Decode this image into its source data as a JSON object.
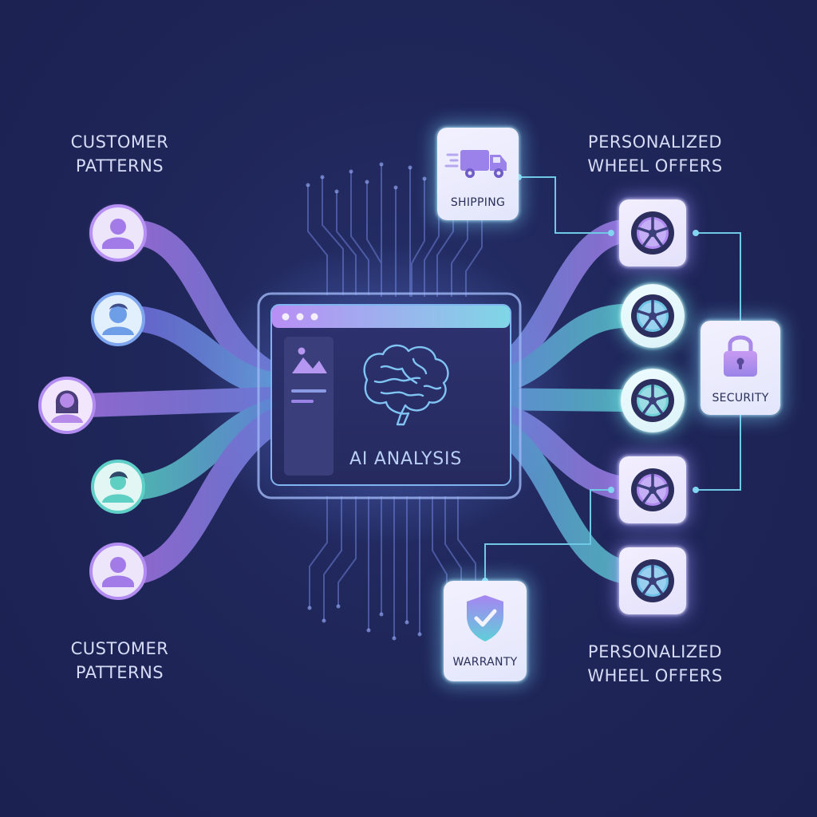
{
  "labels": {
    "customer_patterns_top": [
      "CUSTOMER",
      "PATTERNS"
    ],
    "customer_patterns_bottom": [
      "CUSTOMER",
      "PATTERNS"
    ],
    "wheel_offers_top": [
      "PERSONALIZED",
      "WHEEL OFFERS"
    ],
    "wheel_offers_bottom": [
      "PERSONALIZED",
      "WHEEL OFFERS"
    ]
  },
  "center": {
    "title": "AI ANALYSIS"
  },
  "features": {
    "shipping": "SHIPPING",
    "security": "SECURITY",
    "warranty": "WARRANTY"
  },
  "icons": {
    "center": "brain-icon",
    "shipping": "delivery-truck-icon",
    "security": "padlock-icon",
    "warranty": "shield-check-icon",
    "wheels": "wheel-icon",
    "customers": "person-avatar-icon"
  },
  "colors": {
    "background": "#1f2659",
    "purple": "#a57bf0",
    "blue": "#6f94f0",
    "teal": "#5fd2d6",
    "panel": "#2a2e62",
    "card": "#eef0fd"
  }
}
